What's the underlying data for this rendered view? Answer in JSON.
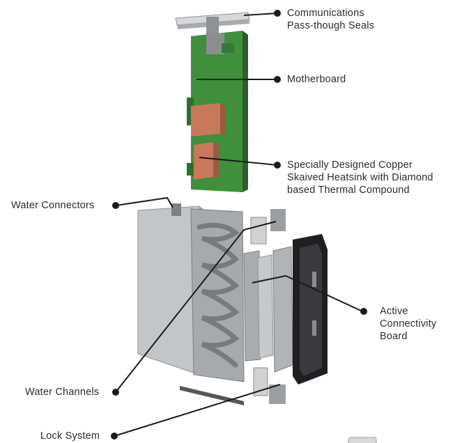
{
  "colors": {
    "pcb_green": "#3f8f3c",
    "copper": "#c8795c",
    "aluminum": "#b9bcbf",
    "dark_board": "#1f1f22",
    "leader": "#1a1a1a"
  },
  "callouts": [
    {
      "id": "comms-seals",
      "lines": [
        "Communications",
        "Pass-though Seals"
      ]
    },
    {
      "id": "motherboard",
      "lines": [
        "Motherboard"
      ]
    },
    {
      "id": "heatsink",
      "lines": [
        "Specially Designed Copper",
        "Skaived Heatsink with Diamond",
        "based Thermal Compound"
      ]
    },
    {
      "id": "water-connectors",
      "lines": [
        "Water Connectors"
      ]
    },
    {
      "id": "active-board",
      "lines": [
        "Active",
        "Connectivity",
        "Board"
      ]
    },
    {
      "id": "water-channels",
      "lines": [
        "Water Channels"
      ]
    },
    {
      "id": "lock-system",
      "lines": [
        "Lock System"
      ]
    }
  ]
}
